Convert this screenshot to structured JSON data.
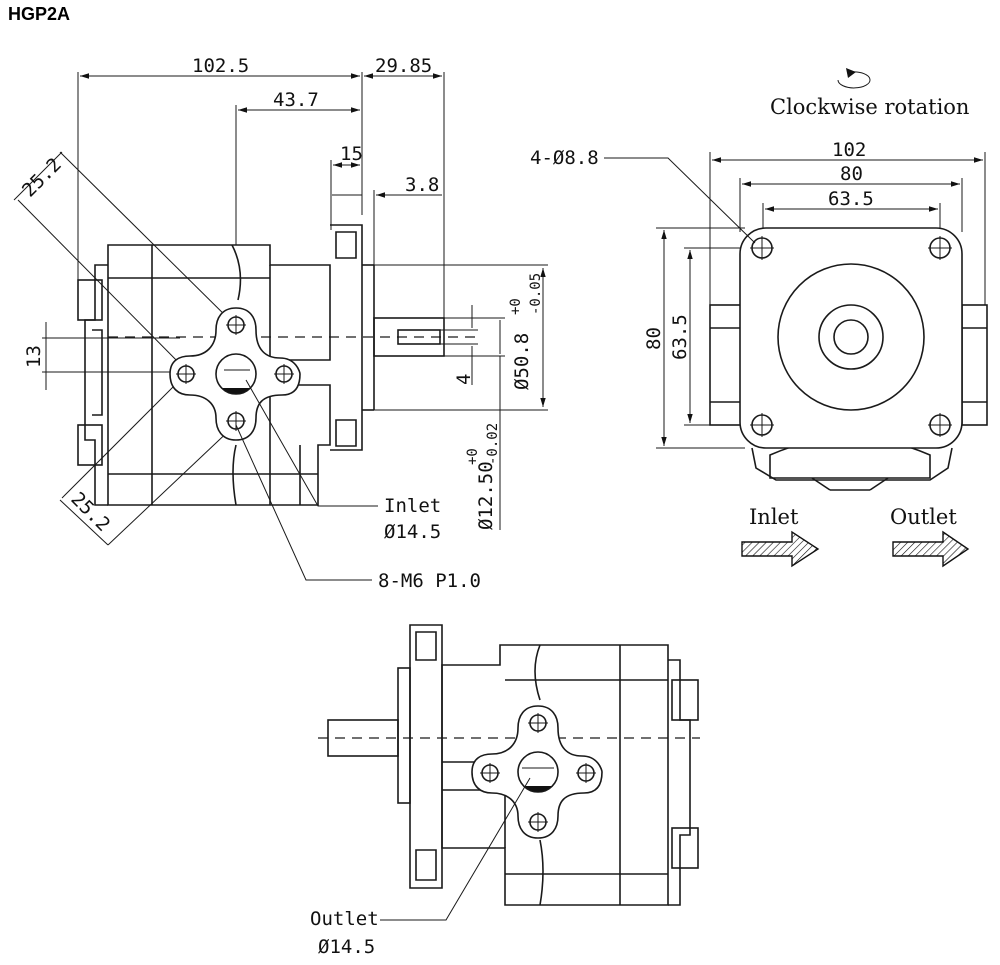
{
  "title": "HGP2A",
  "rotation_label": "Clockwise rotation",
  "inlet_arrow_label": "Inlet",
  "outlet_arrow_label": "Outlet",
  "side_view": {
    "dim_overall": "102.5",
    "dim_flange": "29.85",
    "dim_port_center": "43.7",
    "dim_pilot": "15",
    "dim_shoulder": "3.8",
    "dim_diag_top": "25.2",
    "dim_diag_bottom": "25.2",
    "dim_port_offset": "13",
    "dim_key": "4",
    "dim_pilot_dia": "Ø50.8",
    "dim_pilot_tol_up": "+0",
    "dim_pilot_tol_low": "-0.05",
    "dim_shaft_dia": "Ø12.50",
    "dim_shaft_tol_up": "+0",
    "dim_shaft_tol_low": "-0.02",
    "inlet_label": "Inlet",
    "inlet_dia": "Ø14.5",
    "screws_label": "8-M6 P1.0"
  },
  "front_view": {
    "holes_label": "4-Ø8.8",
    "dim_width_outer": "102",
    "dim_width_mid": "80",
    "dim_width_inner": "63.5",
    "dim_height_outer": "80",
    "dim_height_inner": "63.5"
  },
  "bottom_view": {
    "outlet_label": "Outlet",
    "outlet_dia": "Ø14.5"
  }
}
